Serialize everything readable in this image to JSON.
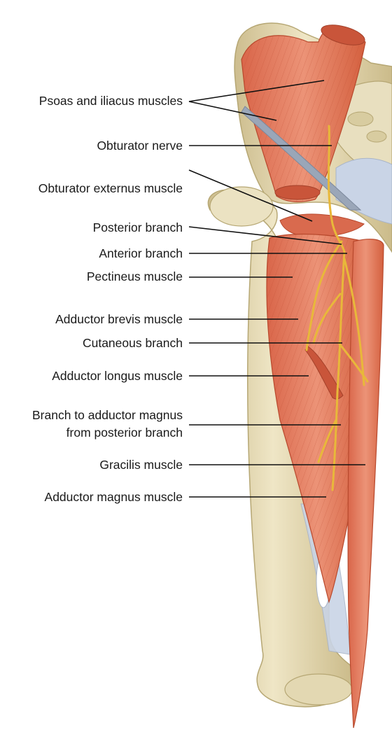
{
  "labels": {
    "psoas_iliacus": "Psoas and iliacus muscles",
    "obturator_nerve": "Obturator nerve",
    "obturator_externus": "Obturator externus muscle",
    "posterior_branch": "Posterior branch",
    "anterior_branch": "Anterior branch",
    "pectineus": "Pectineus muscle",
    "adductor_brevis": "Adductor brevis muscle",
    "cutaneous_branch": "Cutaneous branch",
    "adductor_longus": "Adductor longus muscle",
    "branch_magnus_line1": "Branch to adductor magnus",
    "branch_magnus_line2": "from posterior branch",
    "gracilis": "Gracilis muscle",
    "adductor_magnus": "Adductor magnus muscle"
  },
  "colors": {
    "muscle": "#e07a5c",
    "muscle_dark": "#c2563a",
    "bone": "#e6dcb8",
    "bone_shadow": "#c9b98a",
    "nerve": "#e8b83a",
    "fascia": "#c9d4e6",
    "vessel": "#9aa6b8"
  }
}
